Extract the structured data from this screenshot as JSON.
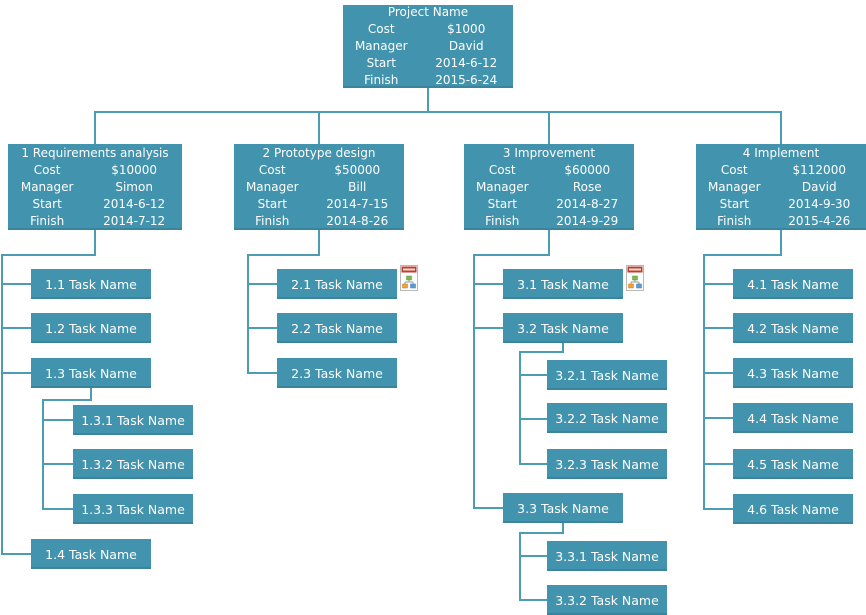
{
  "colors": {
    "node_fill": "#4193AE",
    "node_text": "#FFFFFF",
    "line": "#4C9CB4",
    "icon_red": "#C23B33",
    "icon_green": "#7CB94F",
    "icon_orange": "#F0A03C",
    "icon_blue": "#5B9BD5"
  },
  "wbs": {
    "root": {
      "title": "Project Name",
      "fields": [
        {
          "label": "Cost",
          "value": "$1000"
        },
        {
          "label": "Manager",
          "value": "David"
        },
        {
          "label": "Start",
          "value": "2014-6-12"
        },
        {
          "label": "Finish",
          "value": "2015-6-24"
        }
      ]
    },
    "branches": [
      {
        "title": "1 Requirements analysis",
        "fields": [
          {
            "label": "Cost",
            "value": "$10000"
          },
          {
            "label": "Manager",
            "value": "Simon"
          },
          {
            "label": "Start",
            "value": "2014-6-12"
          },
          {
            "label": "Finish",
            "value": "2014-7-12"
          }
        ],
        "tasks": [
          {
            "label": "1.1 Task Name"
          },
          {
            "label": "1.2 Task Name"
          },
          {
            "label": "1.3 Task Name",
            "children": [
              {
                "label": "1.3.1 Task Name"
              },
              {
                "label": "1.3.2 Task Name"
              },
              {
                "label": "1.3.3 Task Name"
              }
            ]
          },
          {
            "label": "1.4 Task Name"
          }
        ]
      },
      {
        "title": "2 Prototype design",
        "fields": [
          {
            "label": "Cost",
            "value": "$50000"
          },
          {
            "label": "Manager",
            "value": "Bill"
          },
          {
            "label": "Start",
            "value": "2014-7-15"
          },
          {
            "label": "Finish",
            "value": "2014-8-26"
          }
        ],
        "tasks": [
          {
            "label": "2.1 Task Name",
            "icon": "diagram-document-icon"
          },
          {
            "label": "2.2 Task Name"
          },
          {
            "label": "2.3 Task Name"
          }
        ]
      },
      {
        "title": "3 Improvement",
        "fields": [
          {
            "label": "Cost",
            "value": "$60000"
          },
          {
            "label": "Manager",
            "value": "Rose"
          },
          {
            "label": "Start",
            "value": "2014-8-27"
          },
          {
            "label": "Finish",
            "value": "2014-9-29"
          }
        ],
        "tasks": [
          {
            "label": "3.1 Task Name",
            "icon": "diagram-document-icon"
          },
          {
            "label": "3.2 Task Name",
            "children": [
              {
                "label": "3.2.1 Task Name"
              },
              {
                "label": "3.2.2 Task Name"
              },
              {
                "label": "3.2.3 Task Name"
              }
            ]
          },
          {
            "label": "3.3 Task Name",
            "children": [
              {
                "label": "3.3.1 Task Name"
              },
              {
                "label": "3.3.2 Task Name"
              }
            ]
          }
        ]
      },
      {
        "title": "4 Implement",
        "fields": [
          {
            "label": "Cost",
            "value": "$112000"
          },
          {
            "label": "Manager",
            "value": "David"
          },
          {
            "label": "Start",
            "value": "2014-9-30"
          },
          {
            "label": "Finish",
            "value": "2015-4-26"
          }
        ],
        "tasks": [
          {
            "label": "4.1 Task Name"
          },
          {
            "label": "4.2 Task Name"
          },
          {
            "label": "4.3 Task Name"
          },
          {
            "label": "4.4 Task Name"
          },
          {
            "label": "4.5 Task Name"
          },
          {
            "label": "4.6 Task Name"
          }
        ]
      }
    ]
  }
}
